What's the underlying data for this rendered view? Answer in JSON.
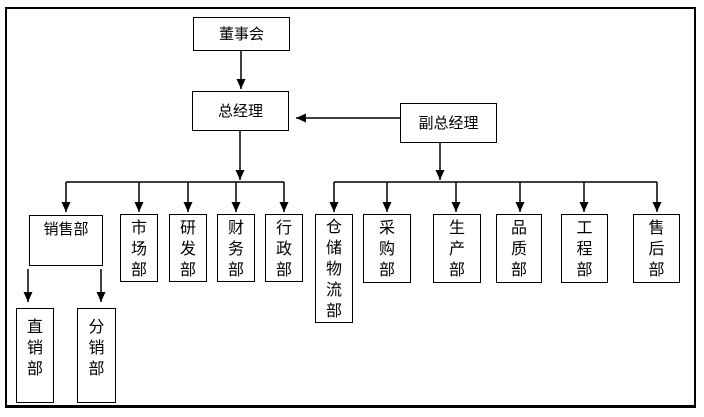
{
  "diagram": {
    "type": "org-chart",
    "background_color": "#ffffff",
    "line_color": "#000000",
    "box_border_color": "#000000",
    "nodes": {
      "board": {
        "label": "董事会"
      },
      "gm": {
        "label": "总经理"
      },
      "dgm": {
        "label": "副总经理"
      },
      "sales": {
        "label": "销售部"
      },
      "marketing": {
        "label": "市场部"
      },
      "rnd": {
        "label": "研发部"
      },
      "finance": {
        "label": "财务部"
      },
      "admin": {
        "label": "行政部"
      },
      "warehouse": {
        "label": "仓储物流部"
      },
      "purchasing": {
        "label": "采购部"
      },
      "production": {
        "label": "生产部"
      },
      "quality": {
        "label": "品质部"
      },
      "engineering": {
        "label": "工程部"
      },
      "aftersales": {
        "label": "售后部"
      },
      "direct_sales": {
        "label": "直销部"
      },
      "distribution": {
        "label": "分销部"
      }
    },
    "edges": [
      {
        "from": "董事会",
        "to": "总经理"
      },
      {
        "from": "副总经理",
        "to": "总经理"
      },
      {
        "from": "总经理",
        "to": "销售部"
      },
      {
        "from": "总经理",
        "to": "市场部"
      },
      {
        "from": "总经理",
        "to": "研发部"
      },
      {
        "from": "总经理",
        "to": "财务部"
      },
      {
        "from": "总经理",
        "to": "行政部"
      },
      {
        "from": "副总经理",
        "to": "仓储物流部"
      },
      {
        "from": "副总经理",
        "to": "采购部"
      },
      {
        "from": "副总经理",
        "to": "生产部"
      },
      {
        "from": "副总经理",
        "to": "品质部"
      },
      {
        "from": "副总经理",
        "to": "工程部"
      },
      {
        "from": "副总经理",
        "to": "售后部"
      },
      {
        "from": "销售部",
        "to": "直销部"
      },
      {
        "from": "销售部",
        "to": "分销部"
      }
    ]
  }
}
